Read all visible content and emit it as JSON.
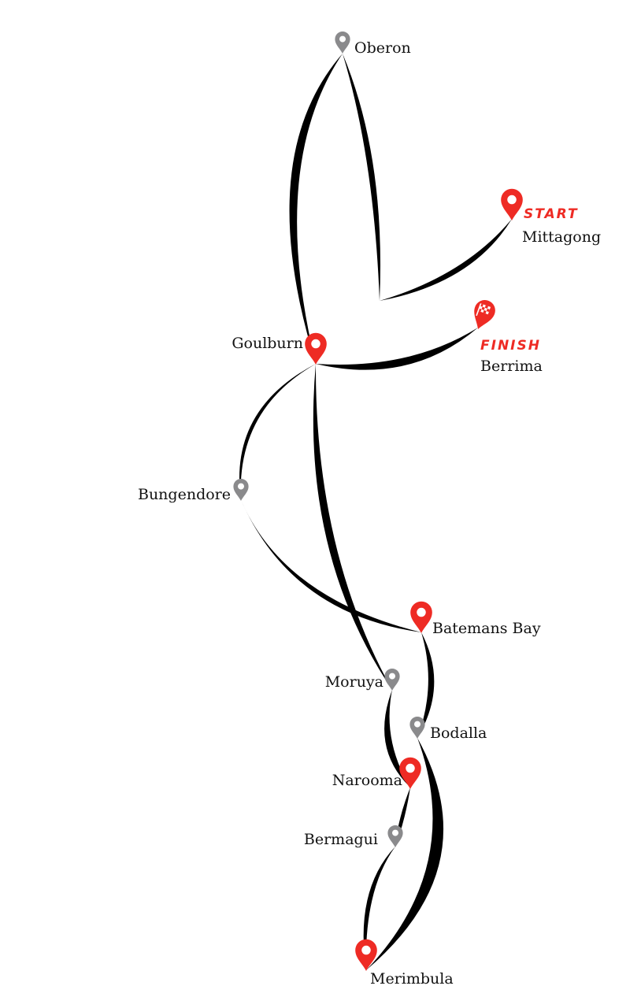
{
  "colors": {
    "route": "#000000",
    "highlight": "#ee2b24",
    "minor": "#8a8a8c"
  },
  "tags": {
    "start": "START",
    "finish": "FINISH"
  },
  "places": {
    "oberon": "Oberon",
    "mittagong": "Mittagong",
    "goulburn": "Goulburn",
    "berrima": "Berrima",
    "bungendore": "Bungendore",
    "batemans_bay": "Batemans Bay",
    "moruya": "Moruya",
    "bodalla": "Bodalla",
    "narooma": "Narooma",
    "bermagui": "Bermagui",
    "merimbula": "Merimbula"
  }
}
